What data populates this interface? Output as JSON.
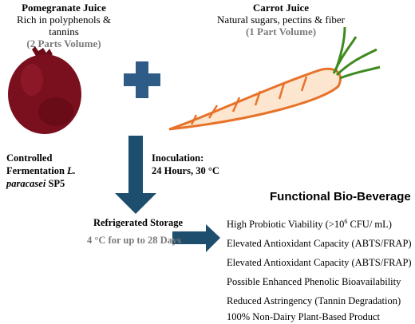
{
  "pomegranate": {
    "title": "Pomegranate Juice",
    "desc": "Rich in polyphenols & tannins",
    "ratio": "(2 Parts Volume)"
  },
  "carrot": {
    "title": "Carrot Juice",
    "desc": "Natural sugars, pectins & fiber",
    "ratio": "(1 Part Volume)"
  },
  "fermentation": {
    "line1": "Controlled",
    "line2a": "Fermentation ",
    "line2b": "L.",
    "line3a": "paracasei",
    "line3b": " SP5"
  },
  "inoculation": {
    "line1": "Inoculation:",
    "line2": "24 Hours, 30 °C"
  },
  "storage": {
    "title": "Refrigerated Storage",
    "detail": "4 °C for up to 28 Days"
  },
  "product": {
    "title": "Functional Bio-Beverage"
  },
  "benefits": {
    "b1_pre": "High Probiotic Viability (>10",
    "b1_sup": "6",
    "b1_post": " CFU/ mL)",
    "b2": "Elevated Antioxidant Capacity (ABTS/FRAP)",
    "b3": "Elevated Antioxidant Capacity (ABTS/FRAP)",
    "b4": "Possible Enhanced Phenolic Bioavailability",
    "b5": "Reduced Astringency (Tannin Degradation)",
    "b6": "100% Non-Dairy Plant-Based Product"
  },
  "colors": {
    "arrow": "#1d4e6e",
    "plus": "#2f5b87",
    "pomegranate": "#7a0f1e",
    "carrot_outline": "#e8722a",
    "carrot_leaf": "#3f8a1f",
    "grey_text": "#7a7a7a"
  }
}
